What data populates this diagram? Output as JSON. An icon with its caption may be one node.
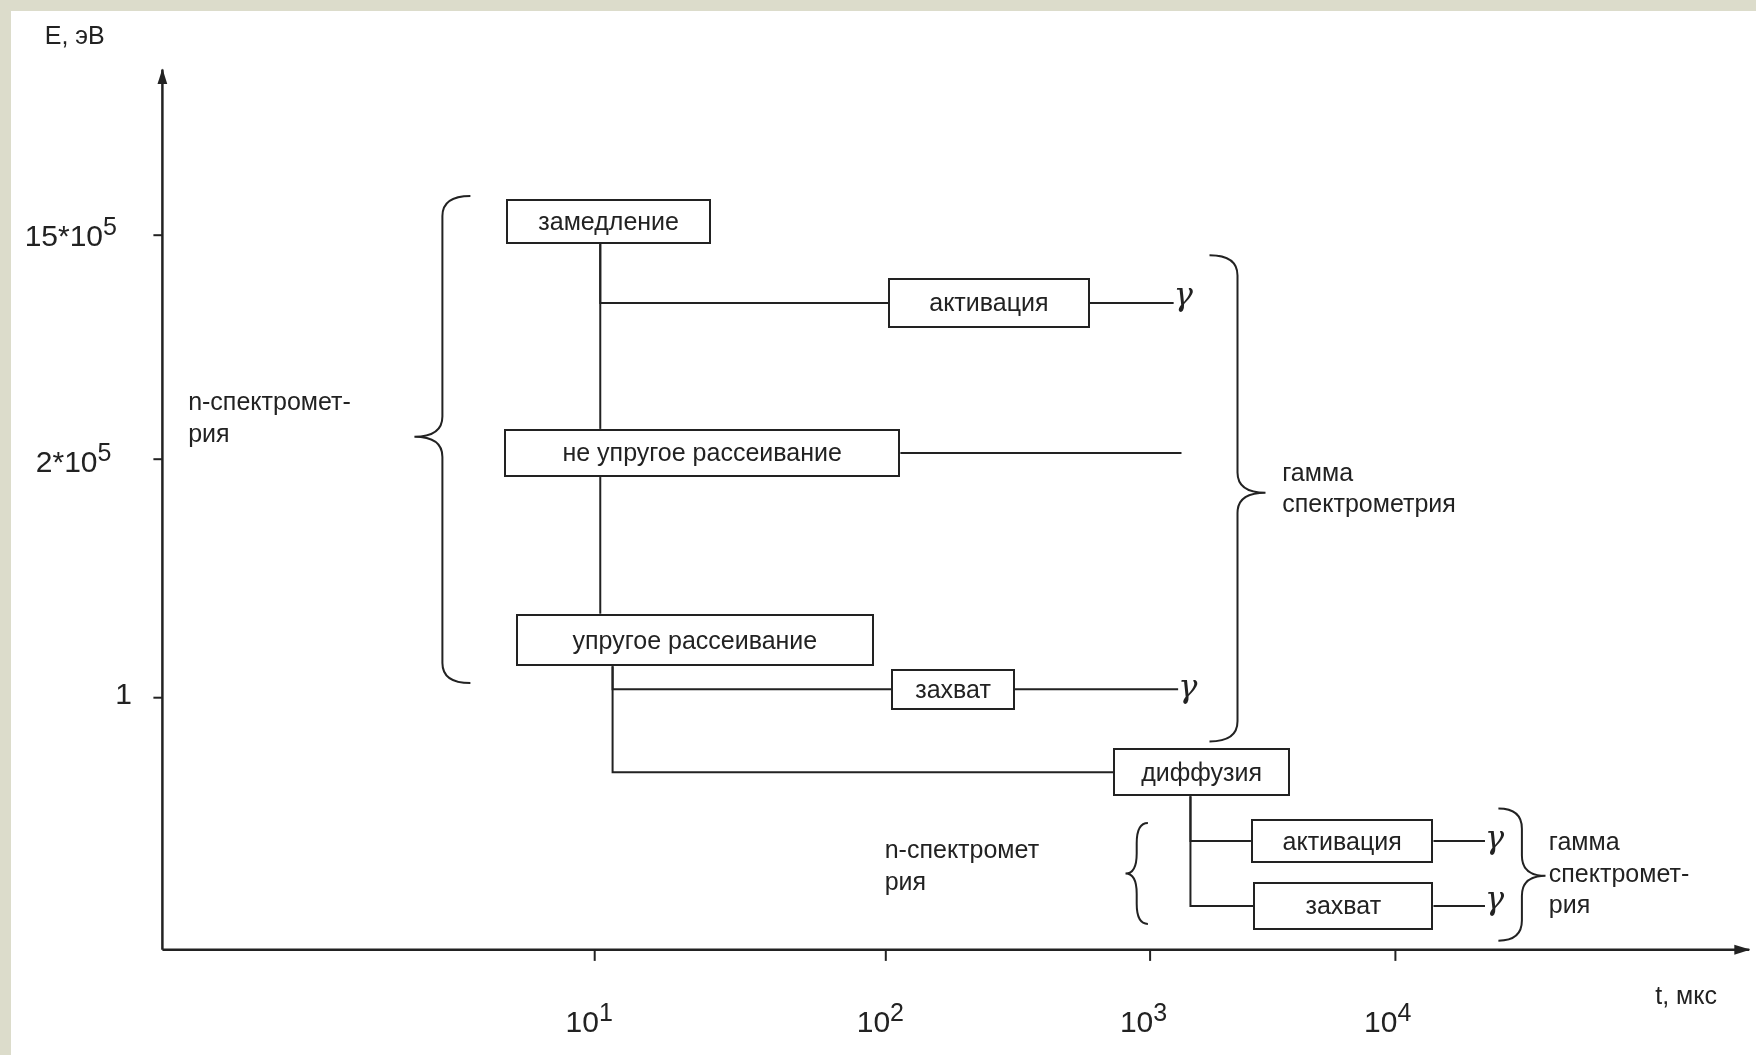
{
  "diagram": {
    "nodes": [
      {
        "text": [
          "замедление"
        ]
      },
      {
        "text": [
          "активация"
        ]
      },
      {
        "text": [
          "γ"
        ]
      },
      {
        "text": [
          "не упругое рассеивание"
        ]
      },
      {
        "text": [
          "упругое рассеивание"
        ]
      },
      {
        "text": [
          "захват"
        ]
      },
      {
        "text": [
          "γ"
        ]
      },
      {
        "text": [
          "диффузия"
        ]
      },
      {
        "text": [
          "активация"
        ]
      },
      {
        "text": [
          "γ"
        ]
      },
      {
        "text": [
          "захват"
        ]
      },
      {
        "text": [
          "γ"
        ]
      }
    ],
    "edges": [
      {
        "from": 0,
        "to": 1,
        "arrow": "none"
      },
      {
        "from": 1,
        "to": 2,
        "arrow": "none"
      },
      {
        "from": 0,
        "to": 3,
        "arrow": "none"
      },
      {
        "from": 3,
        "to": null,
        "arrow": "none"
      },
      {
        "from": 3,
        "to": 4,
        "arrow": "none"
      },
      {
        "from": 4,
        "to": 5,
        "arrow": "none"
      },
      {
        "from": 5,
        "to": 6,
        "arrow": "none"
      },
      {
        "from": 4,
        "to": 7,
        "arrow": "none"
      },
      {
        "from": 7,
        "to": 8,
        "arrow": "none"
      },
      {
        "from": 8,
        "to": 9,
        "arrow": "none"
      },
      {
        "from": 7,
        "to": 10,
        "arrow": "none"
      },
      {
        "from": 10,
        "to": 11,
        "arrow": "none"
      }
    ],
    "labels": [
      "E, эВ",
      "15*10$^{5}$",
      "n-спектромет- рия",
      "2*10$^{5}$",
      "гамма спектрометрия",
      "1",
      "n-спектромет рия",
      "гамма спектромет- рия",
      "10$^{1}$",
      "10$^{2}$",
      "10$^{3}$",
      "10$^{4}$",
      "t, мкс"
    ]
  }
}
